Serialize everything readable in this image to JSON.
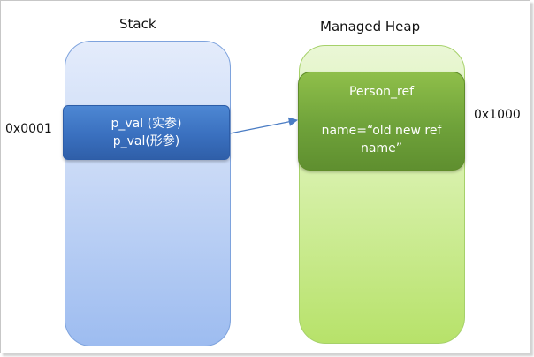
{
  "stack": {
    "title": "Stack",
    "address": "0x0001",
    "var_line1": "p_val (实参)",
    "var_line2": "p_val(形参)"
  },
  "heap": {
    "title": "Managed Heap",
    "address": "0x1000",
    "object_name": "Person_ref",
    "field_text": "name=“old new ref name”"
  },
  "colors": {
    "stack_fill": "#c7d8f6",
    "stack_var": "#3a70bf",
    "heap_fill": "#d6f0a8",
    "heap_obj": "#6fa23a",
    "arrow": "#4a7cc4"
  }
}
